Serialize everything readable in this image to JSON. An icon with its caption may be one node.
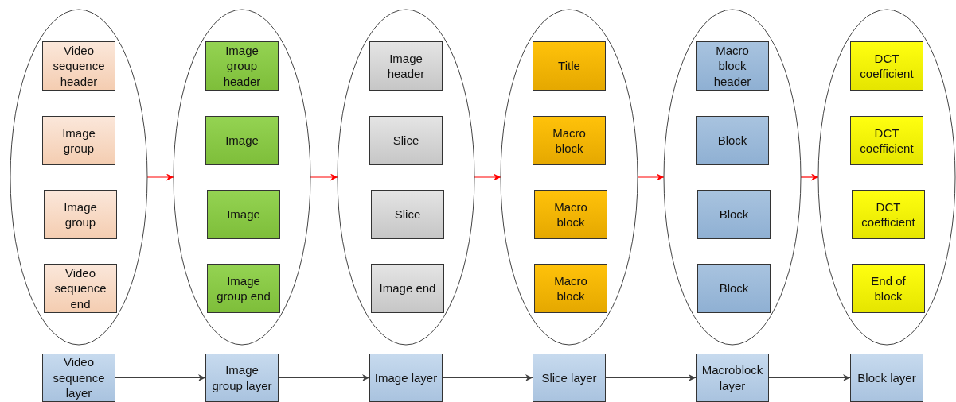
{
  "diagram": {
    "nodes": [
      {
        "text": [],
        "shape": "ellipse"
      },
      {
        "text": [
          "Video sequence header"
        ],
        "in": 0
      },
      {
        "text": [
          "Image group"
        ],
        "in": 0
      },
      {
        "text": [
          "Image group"
        ],
        "in": 0
      },
      {
        "text": [
          "Video sequence end"
        ],
        "in": 0
      },
      {
        "text": [],
        "shape": "ellipse"
      },
      {
        "text": [
          "Image group header"
        ],
        "in": 5
      },
      {
        "text": [
          "Image"
        ],
        "in": 5
      },
      {
        "text": [
          "Image"
        ],
        "in": 5
      },
      {
        "text": [
          "Image group end"
        ],
        "in": 5
      },
      {
        "text": [],
        "shape": "ellipse"
      },
      {
        "text": [
          "Image header"
        ],
        "in": 10
      },
      {
        "text": [
          "Slice"
        ],
        "in": 10
      },
      {
        "text": [
          "Slice"
        ],
        "in": 10
      },
      {
        "text": [
          "Image end"
        ],
        "in": 10
      },
      {
        "text": [],
        "shape": "ellipse"
      },
      {
        "text": [
          "Title"
        ],
        "in": 15
      },
      {
        "text": [
          "Macro block"
        ],
        "in": 15
      },
      {
        "text": [
          "Macro block"
        ],
        "in": 15
      },
      {
        "text": [
          "Macro block"
        ],
        "in": 15
      },
      {
        "text": [],
        "shape": "ellipse"
      },
      {
        "text": [
          "Macro block header"
        ],
        "in": 20
      },
      {
        "text": [
          "Block"
        ],
        "in": 20
      },
      {
        "text": [
          "Block"
        ],
        "in": 20
      },
      {
        "text": [
          "Block"
        ],
        "in": 20
      },
      {
        "text": [],
        "shape": "ellipse"
      },
      {
        "text": [
          "DCT coefficient"
        ],
        "in": 25
      },
      {
        "text": [
          "DCT coefficient"
        ],
        "in": 25
      },
      {
        "text": [
          "DCT coefficient"
        ],
        "in": 25
      },
      {
        "text": [
          "End of block"
        ],
        "in": 25
      },
      {
        "text": [
          "Video sequence layer"
        ]
      },
      {
        "text": [
          "Image group layer"
        ]
      },
      {
        "text": [
          "Image layer"
        ]
      },
      {
        "text": [
          "Slice layer"
        ]
      },
      {
        "text": [
          "Macroblock layer"
        ]
      },
      {
        "text": [
          "Block layer"
        ]
      }
    ],
    "edges": [
      {
        "from": 0,
        "to": 5,
        "arrow": "to",
        "color": "#ff0000"
      },
      {
        "from": 5,
        "to": 10,
        "arrow": "to",
        "color": "#ff0000"
      },
      {
        "from": 10,
        "to": 15,
        "arrow": "to",
        "color": "#ff0000"
      },
      {
        "from": 15,
        "to": 20,
        "arrow": "to",
        "color": "#ff0000"
      },
      {
        "from": 20,
        "to": 25,
        "arrow": "to",
        "color": "#ff0000"
      },
      {
        "from": 30,
        "to": 31,
        "arrow": "to",
        "color": "#404040"
      },
      {
        "from": 31,
        "to": 32,
        "arrow": "to",
        "color": "#404040"
      },
      {
        "from": 32,
        "to": 33,
        "arrow": "to",
        "color": "#404040"
      },
      {
        "from": 33,
        "to": 34,
        "arrow": "to",
        "color": "#404040"
      },
      {
        "from": 34,
        "to": 35,
        "arrow": "to",
        "color": "#404040"
      }
    ]
  }
}
